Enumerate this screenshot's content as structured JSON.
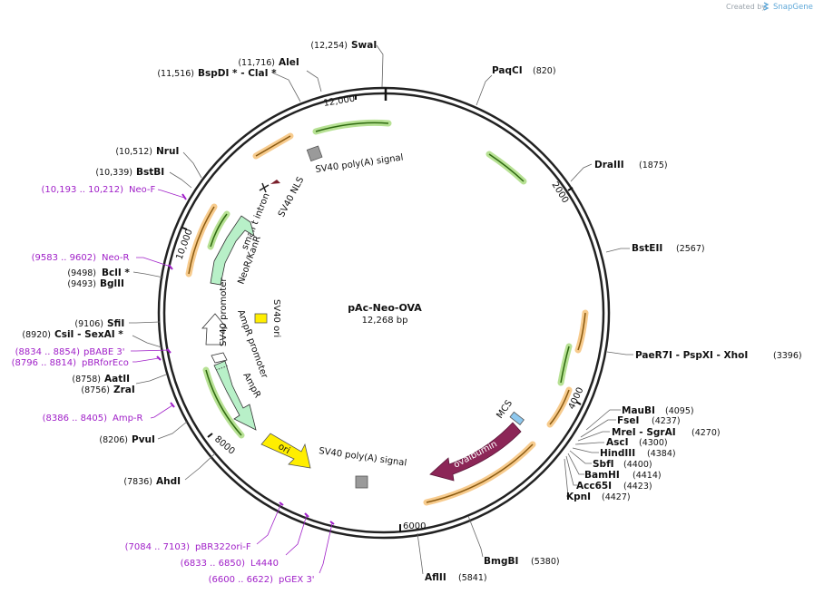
{
  "credit": {
    "prefix": "Created by",
    "brand": "SnapGene"
  },
  "plasmid": {
    "name": "pAc-Neo-OVA",
    "length_label": "12,268 bp",
    "length": 12268
  },
  "sites": [
    {
      "name": "SwaI",
      "pos": "(12,254)"
    },
    {
      "name": "AleI",
      "pos": "(11,716)"
    },
    {
      "name": "BspDI * - ClaI *",
      "pos": "(11,516)"
    },
    {
      "name": "NruI",
      "pos": "(10,512)"
    },
    {
      "name": "BstBI",
      "pos": "(10,339)"
    },
    {
      "name": "BclI *",
      "pos": "(9498)"
    },
    {
      "name": "BglII",
      "pos": "(9493)"
    },
    {
      "name": "SfiI",
      "pos": "(9106)"
    },
    {
      "name": "CsiI - SexAI *",
      "pos": "(8920)"
    },
    {
      "name": "AatII",
      "pos": "(8758)"
    },
    {
      "name": "ZraI",
      "pos": "(8756)"
    },
    {
      "name": "PvuI",
      "pos": "(8206)"
    },
    {
      "name": "AhdI",
      "pos": "(7836)"
    },
    {
      "name": "PaqCI",
      "pos": "(820)"
    },
    {
      "name": "DraIII",
      "pos": "(1875)"
    },
    {
      "name": "BstEII",
      "pos": "(2567)"
    },
    {
      "name": "PaeR7I - PspXI - XhoI",
      "pos": "(3396)"
    },
    {
      "name": "MauBI",
      "pos": "(4095)"
    },
    {
      "name": "FseI",
      "pos": "(4237)"
    },
    {
      "name": "MreI - SgrAI",
      "pos": "(4270)"
    },
    {
      "name": "AscI",
      "pos": "(4300)"
    },
    {
      "name": "HindIII",
      "pos": "(4384)"
    },
    {
      "name": "SbfI",
      "pos": "(4400)"
    },
    {
      "name": "BamHI",
      "pos": "(4414)"
    },
    {
      "name": "Acc65I",
      "pos": "(4423)"
    },
    {
      "name": "KpnI",
      "pos": "(4427)"
    },
    {
      "name": "BmgBI",
      "pos": "(5380)"
    },
    {
      "name": "AflII",
      "pos": "(5841)"
    }
  ],
  "primers": [
    {
      "range": "(10,193 .. 10,212)",
      "name": "Neo-F"
    },
    {
      "range": "(9583 .. 9602)",
      "name": "Neo-R"
    },
    {
      "range": "(8834 .. 8854)",
      "name": "pBABE 3'"
    },
    {
      "range": "(8796 .. 8814)",
      "name": "pBRforEco"
    },
    {
      "range": "(8386 .. 8405)",
      "name": "Amp-R"
    },
    {
      "range": "(7084 .. 7103)",
      "name": "pBR322ori-F"
    },
    {
      "range": "(6833 .. 6850)",
      "name": "L4440"
    },
    {
      "range": "(6600 .. 6622)",
      "name": "pGEX 3'"
    }
  ],
  "features": [
    {
      "label": "SV40 poly(A) signal"
    },
    {
      "label": "SV40 NLS"
    },
    {
      "label": "small t intron"
    },
    {
      "label": "NeoR/KanR"
    },
    {
      "label": "SV40 promoter"
    },
    {
      "label": "SV40 ori"
    },
    {
      "label": "AmpR promoter"
    },
    {
      "label": "AmpR"
    },
    {
      "label": "ori"
    },
    {
      "label": "SV40 poly(A) signal"
    },
    {
      "label": "ovalbumin"
    },
    {
      "label": "MCS"
    }
  ],
  "ticks": [
    "2000",
    "4000",
    "6000",
    "8000",
    "10,000",
    "12,000"
  ],
  "colors": {
    "backbone": "#222222",
    "orf_orange": "#f0a030",
    "orf_green": "#7cc83c",
    "neo": "#b8f0c8",
    "ovalbumin": "#8c2657",
    "ori": "#ffee00",
    "primer": "#a020c8",
    "polyA": "#9a9a9a",
    "mcs": "#8ec8ee"
  }
}
